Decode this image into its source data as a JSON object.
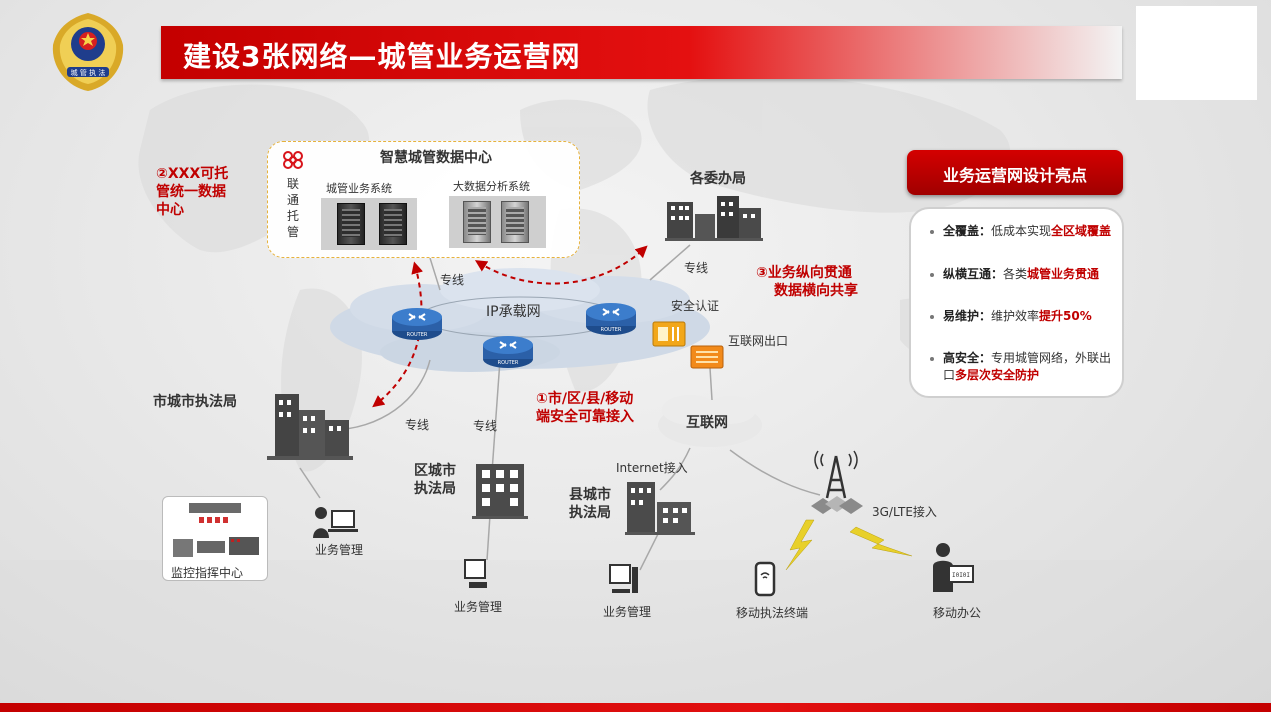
{
  "title": "建设3张网络—城管业务运营网",
  "logo": {
    "icon": "police-emblem-icon",
    "text": "城 管 执 法"
  },
  "data_center": {
    "title": "智慧城管数据中心",
    "unicom_text": "联通托管",
    "system_1": "城管业务系统",
    "system_2": "大数据分析系统"
  },
  "annotations": {
    "a2": [
      "②XXX可托",
      "管统一数据",
      "中心"
    ],
    "a3": [
      "③业务纵向贯通",
      "数据横向共享"
    ],
    "a1": [
      "①市/区/县/移动",
      "端安全可靠接入"
    ]
  },
  "network": {
    "ip_net": "IP承载网",
    "router_label": "ROUTER",
    "internet": "互联网",
    "security_auth": "安全认证",
    "internet_exit": "互联网出口",
    "internet_access": "Internet接入",
    "access_3g": "3G/LTE接入",
    "private_line": "专线"
  },
  "nodes": {
    "gov_offices": "各委办局",
    "city_bureau": "市城市执法局",
    "district_bureau": [
      "区城市",
      "执法局"
    ],
    "county_bureau": [
      "县城市",
      "执法局"
    ],
    "monitor_center": "监控指挥中心",
    "business_mgmt": "业务管理",
    "mobile_terminal": "移动执法终端",
    "mobile_office": "移动办公"
  },
  "highlights": {
    "header": "业务运营网设计亮点",
    "items": [
      {
        "key": "全覆盖：",
        "text": "低成本实现",
        "red": "全区域覆盖",
        "tail": ""
      },
      {
        "key": "纵横互通：",
        "text": "各类",
        "red": "城管业务贯通",
        "tail": ""
      },
      {
        "key": "易维护：",
        "text": "维护效率",
        "red": "提升50%",
        "tail": ""
      },
      {
        "key": "高安全：",
        "text": "专用城管网络，外联出口",
        "red": "多层次安全防护",
        "tail": ""
      }
    ]
  },
  "colors": {
    "brand_red": "#c40000",
    "annotation_red": "#c00000",
    "dashed_gold": "#e6b23c"
  }
}
